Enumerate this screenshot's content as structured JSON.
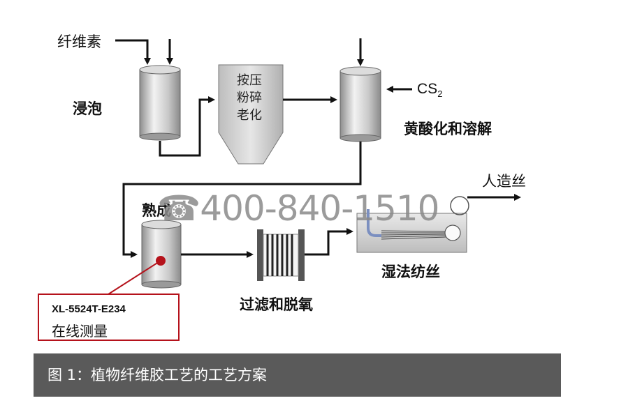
{
  "labels": {
    "cellulose": "纤维素",
    "soaking": "浸泡",
    "press_crush_aging": [
      "按压",
      "粉碎",
      "老化"
    ],
    "cs2_main": "CS",
    "cs2_sub": "2",
    "xanthation": "黄酸化和溶解",
    "rayon": "人造丝",
    "ripening": "熟成",
    "filter_deaerate": "过滤和脱氧",
    "wet_spinning": "湿法纺丝"
  },
  "sensor": {
    "model": "XL-5524T-E234",
    "description": "在线测量"
  },
  "watermark": {
    "phone": "400-840-1510"
  },
  "caption": {
    "text": "图 1：植物纤维胶工艺的工艺方案"
  },
  "colors": {
    "line": "#111111",
    "sensor_red": "#b5121b",
    "caption_bg": "#5a5a5a"
  }
}
